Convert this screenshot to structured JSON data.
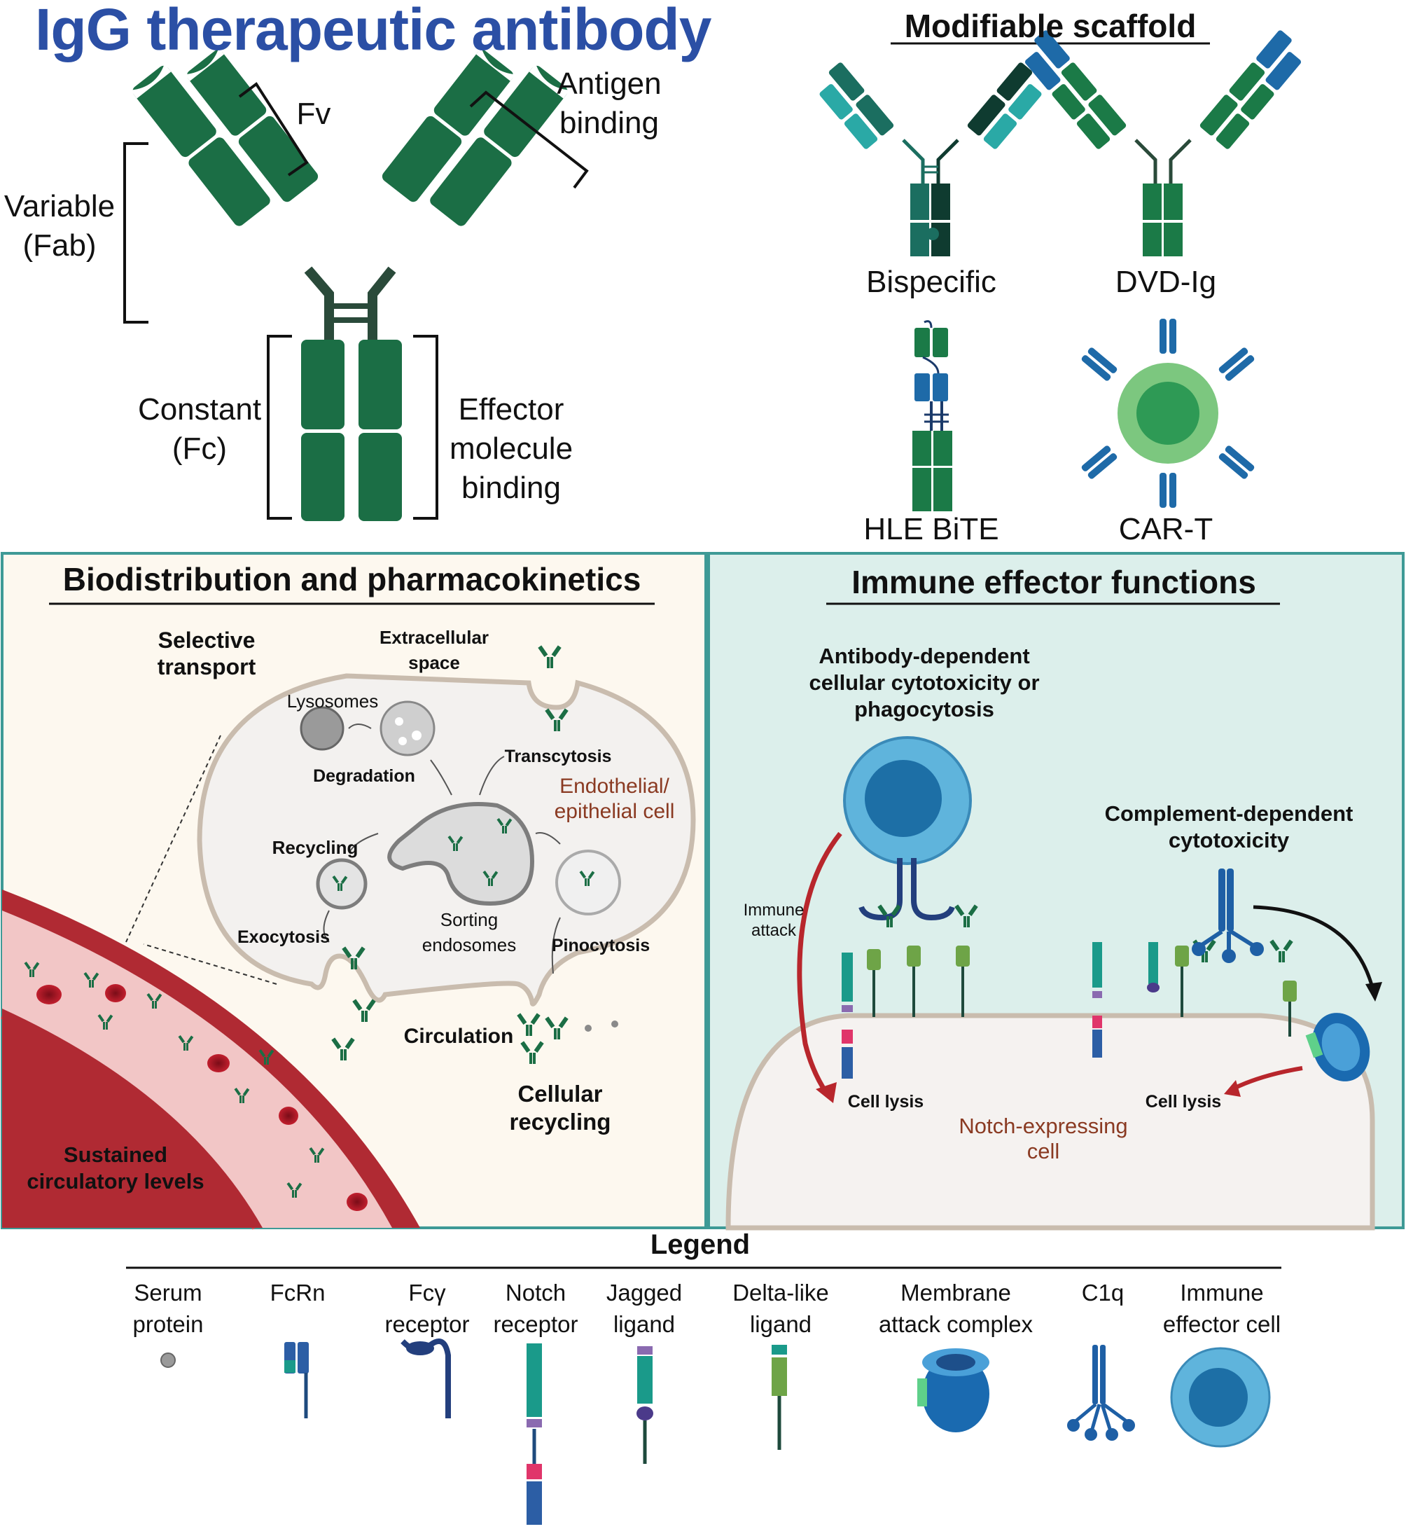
{
  "igg": {
    "title": "IgG therapeutic antibody",
    "fv": "Fv",
    "antigen_binding": "Antigen binding",
    "variable_fab": "Variable (Fab)",
    "constant_fc": "Constant (Fc)",
    "effector_binding": "Effector molecule binding"
  },
  "scaffold": {
    "title": "Modifiable scaffold",
    "items": [
      "Bispecific",
      "DVD-Ig",
      "HLE BiTE",
      "CAR-T"
    ]
  },
  "biodistribution": {
    "title": "Biodistribution and pharmacokinetics",
    "selective_transport": "Selective transport",
    "extracellular_space": "Extracellular space",
    "lysosomes": "Lysosomes",
    "degradation": "Degradation",
    "transcytosis": "Transcytosis",
    "endothelial_cell": "Endothelial/ epithelial cell",
    "recycling": "Recycling",
    "sorting_endosomes": "Sorting endosomes",
    "exocytosis": "Exocytosis",
    "pinocytosis": "Pinocytosis",
    "circulation": "Circulation",
    "cellular_recycling": "Cellular recycling",
    "sustained_levels": "Sustained circulatory levels"
  },
  "immune": {
    "title": "Immune effector functions",
    "adcc": "Antibody-dependent cellular cytotoxicity or phagocytosis",
    "immune_attack": "Immune attack",
    "cdc": "Complement-dependent cytotoxicity",
    "cell_lysis_left": "Cell lysis",
    "cell_lysis_right": "Cell lysis",
    "notch_cell": "Notch-expressing cell"
  },
  "legend": {
    "title": "Legend",
    "items": [
      {
        "label": "Serum protein",
        "icon": "serum-protein-icon"
      },
      {
        "label": "FcRn",
        "icon": "fcrn-icon"
      },
      {
        "label": "Fcγ receptor",
        "icon": "fcg-receptor-icon"
      },
      {
        "label": "Notch receptor",
        "icon": "notch-receptor-icon"
      },
      {
        "label": "Jagged ligand",
        "icon": "jagged-ligand-icon"
      },
      {
        "label": "Delta-like ligand",
        "icon": "delta-like-ligand-icon"
      },
      {
        "label": "Membrane attack complex",
        "icon": "mac-icon"
      },
      {
        "label": "C1q",
        "icon": "c1q-icon"
      },
      {
        "label": "Immune effector cell",
        "icon": "immune-cell-icon"
      }
    ]
  },
  "colors": {
    "antibody_green": "#1b6e45",
    "hinge_dark": "#2a4a3a",
    "title_blue": "#2b4fa5",
    "bio_panel_bg": "#fdf8ef",
    "immune_panel_bg": "#dcefeb",
    "panel_border": "#3e9a96",
    "vessel_red": "#b02a33",
    "vessel_pink": "#f2c6c6",
    "receptor_blue": "#1e6aa8",
    "notch_teal": "#1a9a8a",
    "cell_rust": "#8a3a22"
  }
}
